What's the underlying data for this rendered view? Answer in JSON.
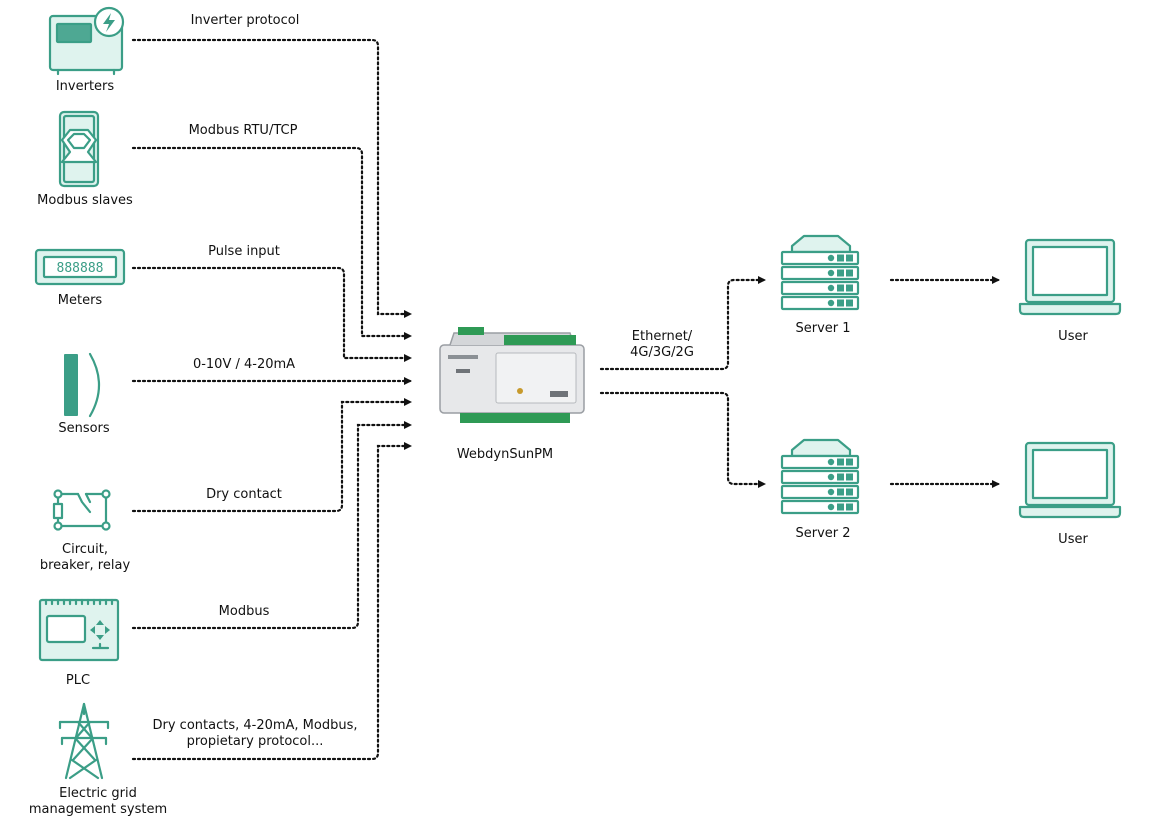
{
  "sources": [
    {
      "label": "Inverters",
      "protocol": "Inverter protocol",
      "icon": "inverter-icon"
    },
    {
      "label": "Modbus slaves",
      "protocol": "Modbus RTU/TCP",
      "icon": "modbus-slave-icon"
    },
    {
      "label": "Meters",
      "protocol": "Pulse input",
      "icon": "meter-icon",
      "display": "888888"
    },
    {
      "label": "Sensors",
      "protocol": "0-10V / 4-20mA",
      "icon": "sensor-icon"
    },
    {
      "label": "Circuit,\nbreaker, relay",
      "protocol": "Dry contact",
      "icon": "relay-icon"
    },
    {
      "label": "PLC",
      "protocol": "Modbus",
      "icon": "plc-icon"
    },
    {
      "label": "Electric grid\nmanagement system",
      "protocol": "Dry contacts, 4-20mA, Modbus,\npropietary protocol...",
      "icon": "pylon-icon"
    }
  ],
  "hub": {
    "label": "WebdynSunPM",
    "icon": "datalogger-icon"
  },
  "uplink": {
    "label": "Ethernet/\n4G/3G/2G"
  },
  "servers": [
    {
      "label": "Server 1",
      "icon": "server-icon"
    },
    {
      "label": "Server 2",
      "icon": "server-icon"
    }
  ],
  "users": [
    {
      "label": "User",
      "icon": "laptop-icon"
    },
    {
      "label": "User",
      "icon": "laptop-icon"
    }
  ],
  "colors": {
    "icon_stroke": "#3b9e87",
    "icon_fill": "#dff3ee",
    "line": "#111111"
  }
}
